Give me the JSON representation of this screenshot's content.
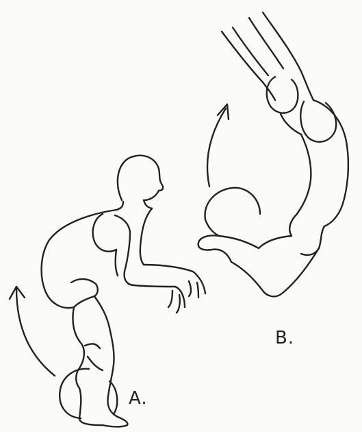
{
  "figures": [
    {
      "id": "A",
      "label": "A.",
      "pose": "crouching"
    },
    {
      "id": "B",
      "label": "B.",
      "pose": "diving"
    }
  ],
  "colors": {
    "ink": "#222222",
    "paper": "#fbfbf8"
  }
}
